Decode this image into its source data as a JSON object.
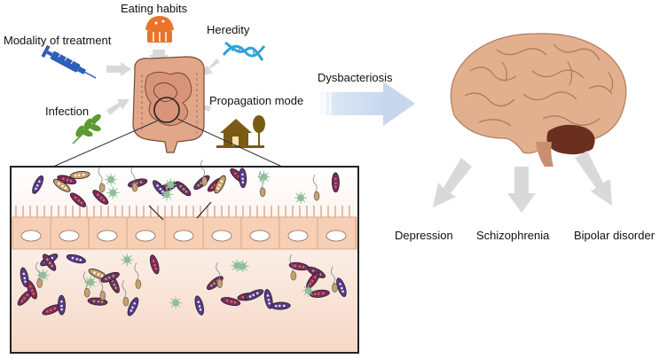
{
  "factors": {
    "eating_habits": "Eating habits",
    "heredity": "Heredity",
    "modality_of_treatment": "Modality of treatment",
    "infection": "Infection",
    "propagation_mode": "Propagation mode"
  },
  "main_arrow_label": "Dysbacteriosis",
  "outcomes": {
    "depression": "Depression",
    "schizophrenia": "Schizophrenia",
    "bipolar_disorder": "Bipolar disorder"
  },
  "colors": {
    "arrow_gray": "#d9d9d9",
    "main_arrow_blue": "#dbe6f4",
    "brain": "#e3b08f",
    "cerebellum": "#6b2f1f",
    "intestine": "#e2a68a",
    "epithelium": "#f6cfb5",
    "syringe": "#2e5fb8",
    "leaf": "#5a9a2e",
    "dna": "#2fa3d8",
    "house": "#7a5a14",
    "muffin": "#e8742b"
  }
}
